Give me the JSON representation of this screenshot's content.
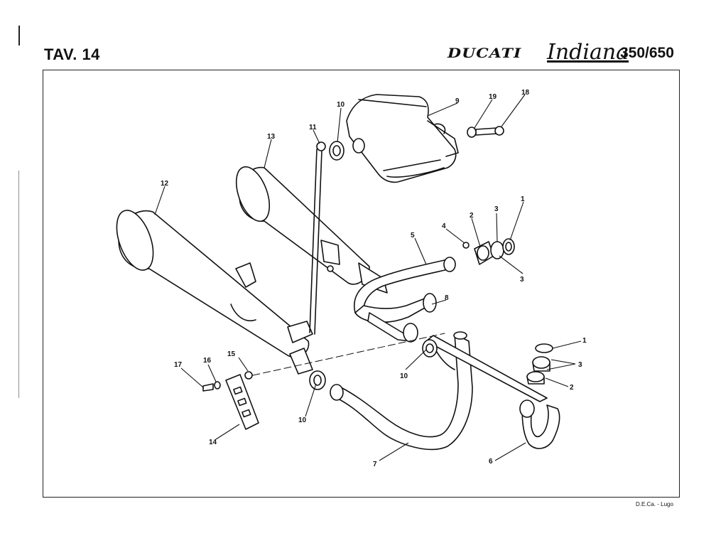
{
  "header": {
    "title": "TAV. 14",
    "brand": "DUCATI",
    "model": "Indiana",
    "version": "350/650"
  },
  "footer": {
    "credit": "D.E.Ca. - Lugo"
  },
  "callouts": {
    "c1a": "1",
    "c1b": "1",
    "c2a": "2",
    "c2b": "2",
    "c3a": "3",
    "c3b": "3",
    "c3c": "3",
    "c4": "4",
    "c5": "5",
    "c6": "6",
    "c7": "7",
    "c8": "8",
    "c9": "9",
    "c10a": "10",
    "c10b": "10",
    "c10c": "10",
    "c11": "11",
    "c12": "12",
    "c13": "13",
    "c14": "14",
    "c15": "15",
    "c16": "16",
    "c17": "17",
    "c18": "18",
    "c19": "19"
  }
}
